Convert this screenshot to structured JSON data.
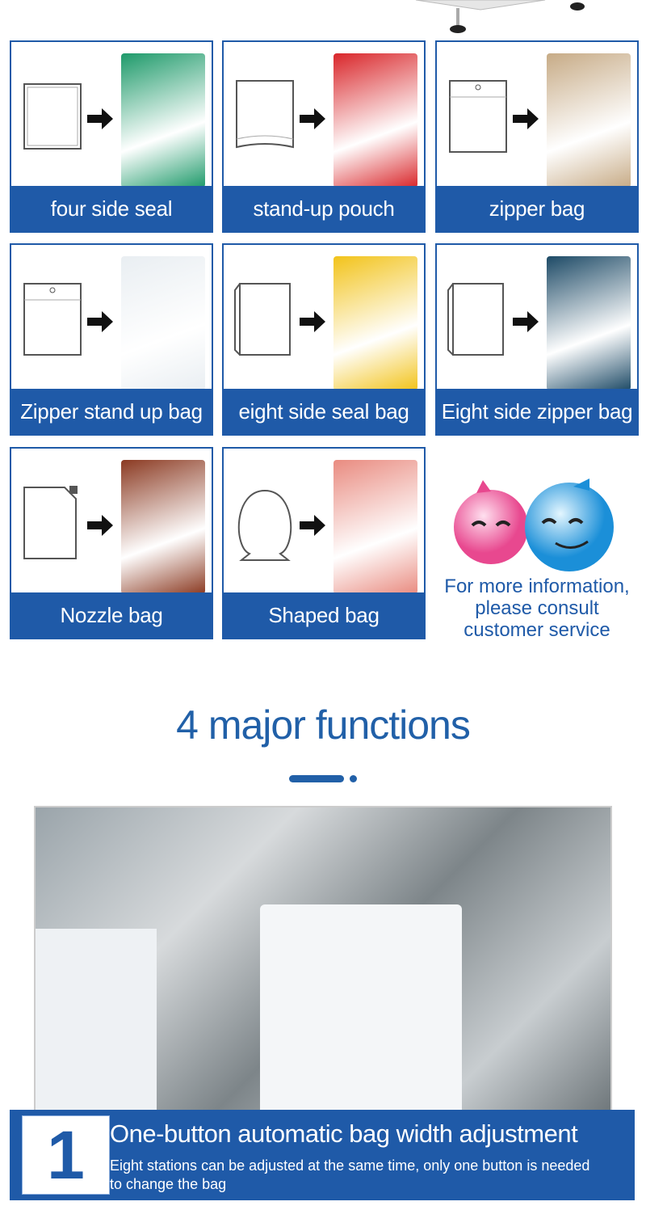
{
  "bag_types": [
    {
      "label": "four side seal",
      "color": "#1e9a6a",
      "outline": "flat"
    },
    {
      "label": "stand-up pouch",
      "color": "#d9262a",
      "outline": "standup"
    },
    {
      "label": "zipper bag",
      "color": "#c7ab86",
      "outline": "zipper"
    },
    {
      "label": "Zipper stand up bag",
      "color": "#e9eef2",
      "outline": "zipper"
    },
    {
      "label": "eight side seal bag",
      "color": "#f2c31a",
      "outline": "box"
    },
    {
      "label": "Eight side zipper bag",
      "color": "#1d4a66",
      "outline": "box"
    },
    {
      "label": "Nozzle bag",
      "color": "#8b3a22",
      "outline": "nozzle"
    },
    {
      "label": "Shaped bag",
      "color": "#e98b80",
      "outline": "shaped"
    }
  ],
  "info": {
    "text_lines": [
      "For more information,",
      "please consult",
      "customer service"
    ]
  },
  "section": {
    "title": "4 major functions"
  },
  "feature": {
    "number": "1",
    "title": "One-button automatic bag width adjustment",
    "description": "Eight stations can be adjusted at the same time, only one button is needed to change the bag"
  }
}
